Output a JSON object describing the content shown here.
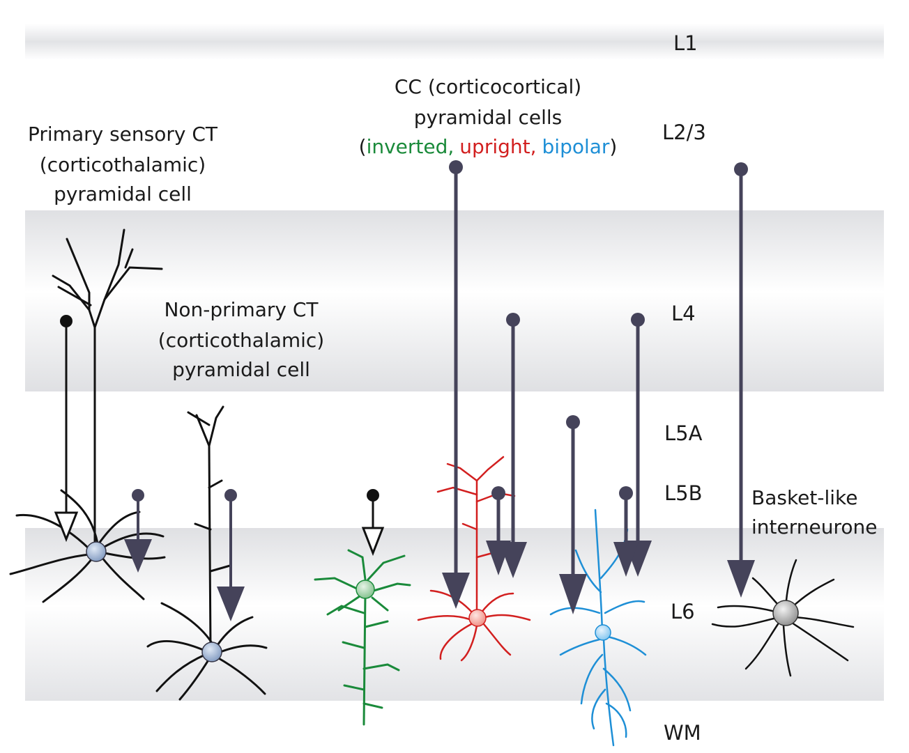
{
  "layers": [
    "L1",
    "L2/3",
    "L4",
    "L5A",
    "L5B",
    "L6",
    "WM"
  ],
  "captions": {
    "primary_ct": [
      "Primary sensory CT",
      "(corticothalamic)",
      "pyramidal cell"
    ],
    "nonprimary_ct": [
      "Non-primary  CT",
      "(corticothalamic)",
      "pyramidal cell"
    ],
    "cc": {
      "line1": "CC (corticocortical)",
      "line2": "pyramidal cells",
      "open": "(",
      "inverted": "inverted,",
      "upright": "upright,",
      "bipolar": "bipolar",
      "close": ")"
    },
    "basket": [
      "Basket-like",
      "interneurone"
    ]
  },
  "colors": {
    "black": "#111111",
    "arrow": "#45435a",
    "inverted": "#1a8a3a",
    "upright": "#d21f1f",
    "bipolar": "#1e8fd6",
    "band": "#e4e5e8"
  },
  "cells": [
    {
      "name": "primary-sensory-ct-cell",
      "color": "black",
      "soma": "soma-blue"
    },
    {
      "name": "nonprimary-ct-cell",
      "color": "black",
      "soma": "soma-blue"
    },
    {
      "name": "inverted-cc-cell",
      "color": "inverted",
      "soma": "soma-green"
    },
    {
      "name": "upright-cc-cell",
      "color": "upright",
      "soma": "soma-red"
    },
    {
      "name": "bipolar-cc-cell",
      "color": "bipolar",
      "soma": "soma-lightblue"
    },
    {
      "name": "basket-interneurone",
      "color": "black",
      "soma": "soma-grey"
    }
  ]
}
